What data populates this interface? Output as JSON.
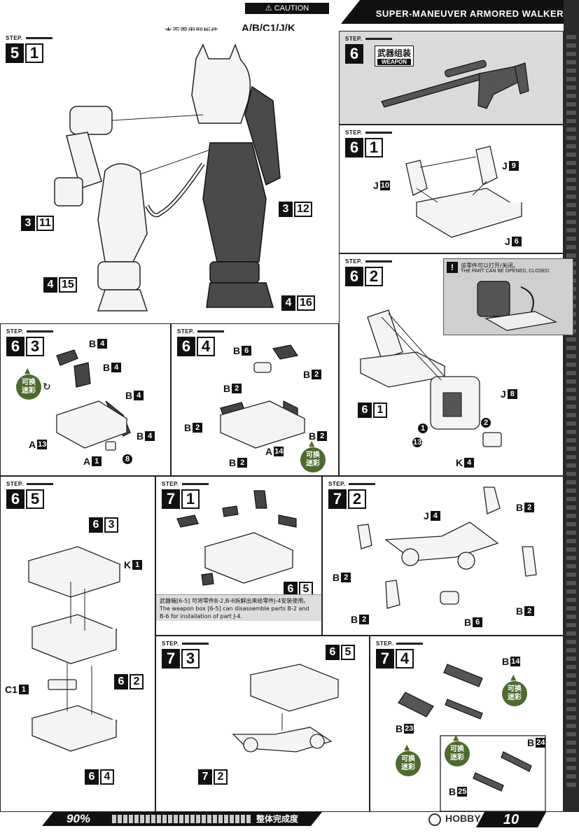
{
  "header": {
    "caution": "⚠ CAUTION",
    "title": "SUPER-MANEUVER ARMORED WALKER",
    "parts_note": "本页需用到板件",
    "parts_list": "A/B/C1/J/K"
  },
  "step_tag": "STEP.",
  "steps": {
    "s51": {
      "a": "5",
      "b": "1",
      "labels": {
        "l311": [
          "3",
          "11"
        ],
        "l312": [
          "3",
          "12"
        ],
        "l415": [
          "4",
          "15"
        ],
        "l416": [
          "4",
          "16"
        ]
      }
    },
    "s6w": {
      "a": "6",
      "cn": "武器组装",
      "en": "WEAPON"
    },
    "s61": {
      "a": "6",
      "b": "1",
      "labels": {
        "j9": [
          "J",
          "9"
        ],
        "j10": [
          "J",
          "10"
        ],
        "j6": [
          "J",
          "6"
        ]
      }
    },
    "s62": {
      "a": "6",
      "b": "2",
      "note_cn": "该零件可以打开/关闭。",
      "note_en": "THE PART CAN BE OPENED, CLOSED.",
      "labels": {
        "j8": [
          "J",
          "8"
        ],
        "k4": [
          "K",
          "4"
        ],
        "n1": "1",
        "n2": "2",
        "n13": "13",
        "sub": [
          "6",
          "1"
        ]
      }
    },
    "s63": {
      "a": "6",
      "b": "3",
      "labels": {
        "b4a": [
          "B",
          "4"
        ],
        "b4b": [
          "B",
          "4"
        ],
        "b4c": [
          "B",
          "4"
        ],
        "b4d": [
          "B",
          "4"
        ],
        "a13": [
          "A",
          "13"
        ],
        "a1": [
          "A",
          "1"
        ],
        "n8": "8"
      }
    },
    "s64": {
      "a": "6",
      "b": "4",
      "labels": {
        "b6": [
          "B",
          "6"
        ],
        "b2a": [
          "B",
          "2"
        ],
        "b2b": [
          "B",
          "2"
        ],
        "b2c": [
          "B",
          "2"
        ],
        "b2d": [
          "B",
          "2"
        ],
        "b2e": [
          "B",
          "2"
        ],
        "a14": [
          "A",
          "14"
        ]
      }
    },
    "s65": {
      "a": "6",
      "b": "5",
      "labels": {
        "k1": [
          "K",
          "1"
        ],
        "c1": [
          "C1",
          "1"
        ],
        "p63": [
          "6",
          "3"
        ],
        "p62": [
          "6",
          "2"
        ],
        "p64": [
          "6",
          "4"
        ]
      }
    },
    "s71": {
      "a": "7",
      "b": "1",
      "labels": {
        "p65": [
          "6",
          "5"
        ]
      },
      "note_cn": "武器箱[6-5] 可将零件B-2,B-6拆解出来给零件J-4安装使用。",
      "note_en1": "The weapon box [6-5] can disassemble parts B-2 and",
      "note_en2": "B-6 for installation of part J-4."
    },
    "s72": {
      "a": "7",
      "b": "2",
      "labels": {
        "j4": [
          "J",
          "4"
        ],
        "b2a": [
          "B",
          "2"
        ],
        "b2b": [
          "B",
          "2"
        ],
        "b2c": [
          "B",
          "2"
        ],
        "b2d": [
          "B",
          "2"
        ],
        "b6": [
          "B",
          "6"
        ]
      }
    },
    "s73": {
      "a": "7",
      "b": "3",
      "labels": {
        "p65": [
          "6",
          "5"
        ],
        "p72": [
          "7",
          "2"
        ]
      }
    },
    "s74": {
      "a": "7",
      "b": "4",
      "labels": {
        "b14": [
          "B",
          "14"
        ],
        "b23": [
          "B",
          "23"
        ],
        "b24": [
          "B",
          "24"
        ],
        "b25": [
          "B",
          "25"
        ]
      }
    }
  },
  "swap_label": "可换\n迷彩",
  "footer": {
    "percent": "90%",
    "done_text": "整体完成度",
    "watermark": "HOBBY SEARCH",
    "page": "10"
  }
}
